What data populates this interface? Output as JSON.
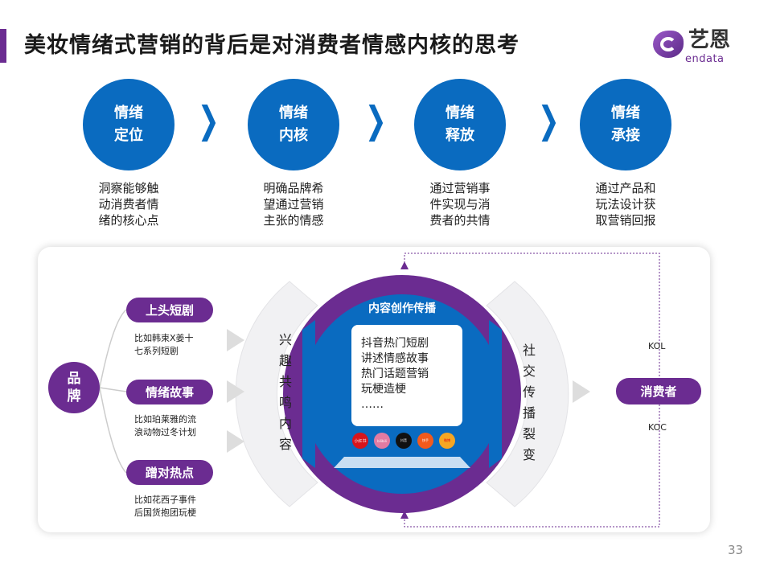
{
  "title": "美妆情绪式营销的背后是对消费者情感内核的思考",
  "logo": {
    "cn": "艺恩",
    "en": "endata"
  },
  "steps": [
    {
      "l1": "情绪",
      "l2": "定位",
      "desc": [
        "洞察能够触",
        "动消费者情",
        "绪的核心点"
      ]
    },
    {
      "l1": "情绪",
      "l2": "内核",
      "desc": [
        "明确品牌希",
        "望通过营销",
        "主张的情感"
      ]
    },
    {
      "l1": "情绪",
      "l2": "释放",
      "desc": [
        "通过营销事",
        "件实现与消",
        "费者的共情"
      ]
    },
    {
      "l1": "情绪",
      "l2": "承接",
      "desc": [
        "通过产品和",
        "玩法设计获",
        "取营销回报"
      ]
    }
  ],
  "brand": [
    "品",
    "牌"
  ],
  "tactics": [
    {
      "label": "上头短剧",
      "ex": [
        "比如韩束X姜十",
        "七系列短剧"
      ]
    },
    {
      "label": "情绪故事",
      "ex": [
        "比如珀莱雅的流",
        "浪动物过冬计划"
      ]
    },
    {
      "label": "蹭对热点",
      "ex": [
        "比如花西子事件",
        "后国货抱团玩梗"
      ]
    }
  ],
  "center": {
    "title": "内容创作传播",
    "lines": [
      "抖音热门短剧",
      "讲述情感故事",
      "热门话题营销",
      "玩梗造梗",
      "……"
    ],
    "platforms": [
      "小红书",
      "bilibili",
      "抖音",
      "快手",
      "微博"
    ]
  },
  "left_arc": [
    "兴",
    "趣",
    "共",
    "鸣",
    "内",
    "容"
  ],
  "right_arc": [
    "社",
    "交",
    "传",
    "播",
    "裂",
    "变"
  ],
  "consumer": "消费者",
  "kol": "KOL",
  "koc": "KOC",
  "page": "33",
  "colors": {
    "purple": "#6b2c91",
    "blue": "#0a6bc0"
  }
}
